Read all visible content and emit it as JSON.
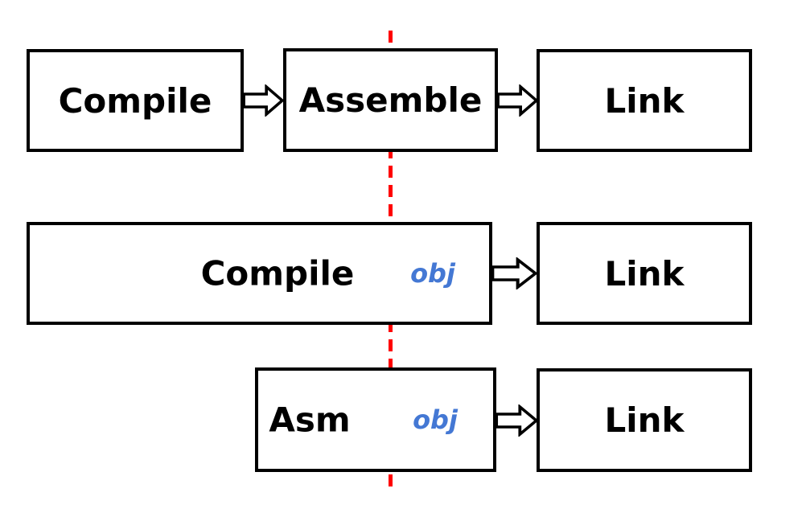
{
  "diagram": {
    "title": "compile-assemble-link-flow",
    "colors": {
      "box_border": "#000000",
      "label_text": "#000000",
      "obj_text": "#4478d4",
      "divider": "#ff0000"
    },
    "rows": [
      {
        "name": "three-stage-pipeline",
        "boxes": [
          {
            "label": "Compile"
          },
          {
            "label": "Assemble"
          },
          {
            "label": "Link"
          }
        ]
      },
      {
        "name": "merged-compile-pipeline",
        "boxes": [
          {
            "label": "Compile",
            "tag": "obj"
          },
          {
            "label": "Link"
          }
        ]
      },
      {
        "name": "asm-pipeline",
        "boxes": [
          {
            "label": "Asm",
            "tag": "obj"
          },
          {
            "label": "Link"
          }
        ]
      }
    ]
  }
}
